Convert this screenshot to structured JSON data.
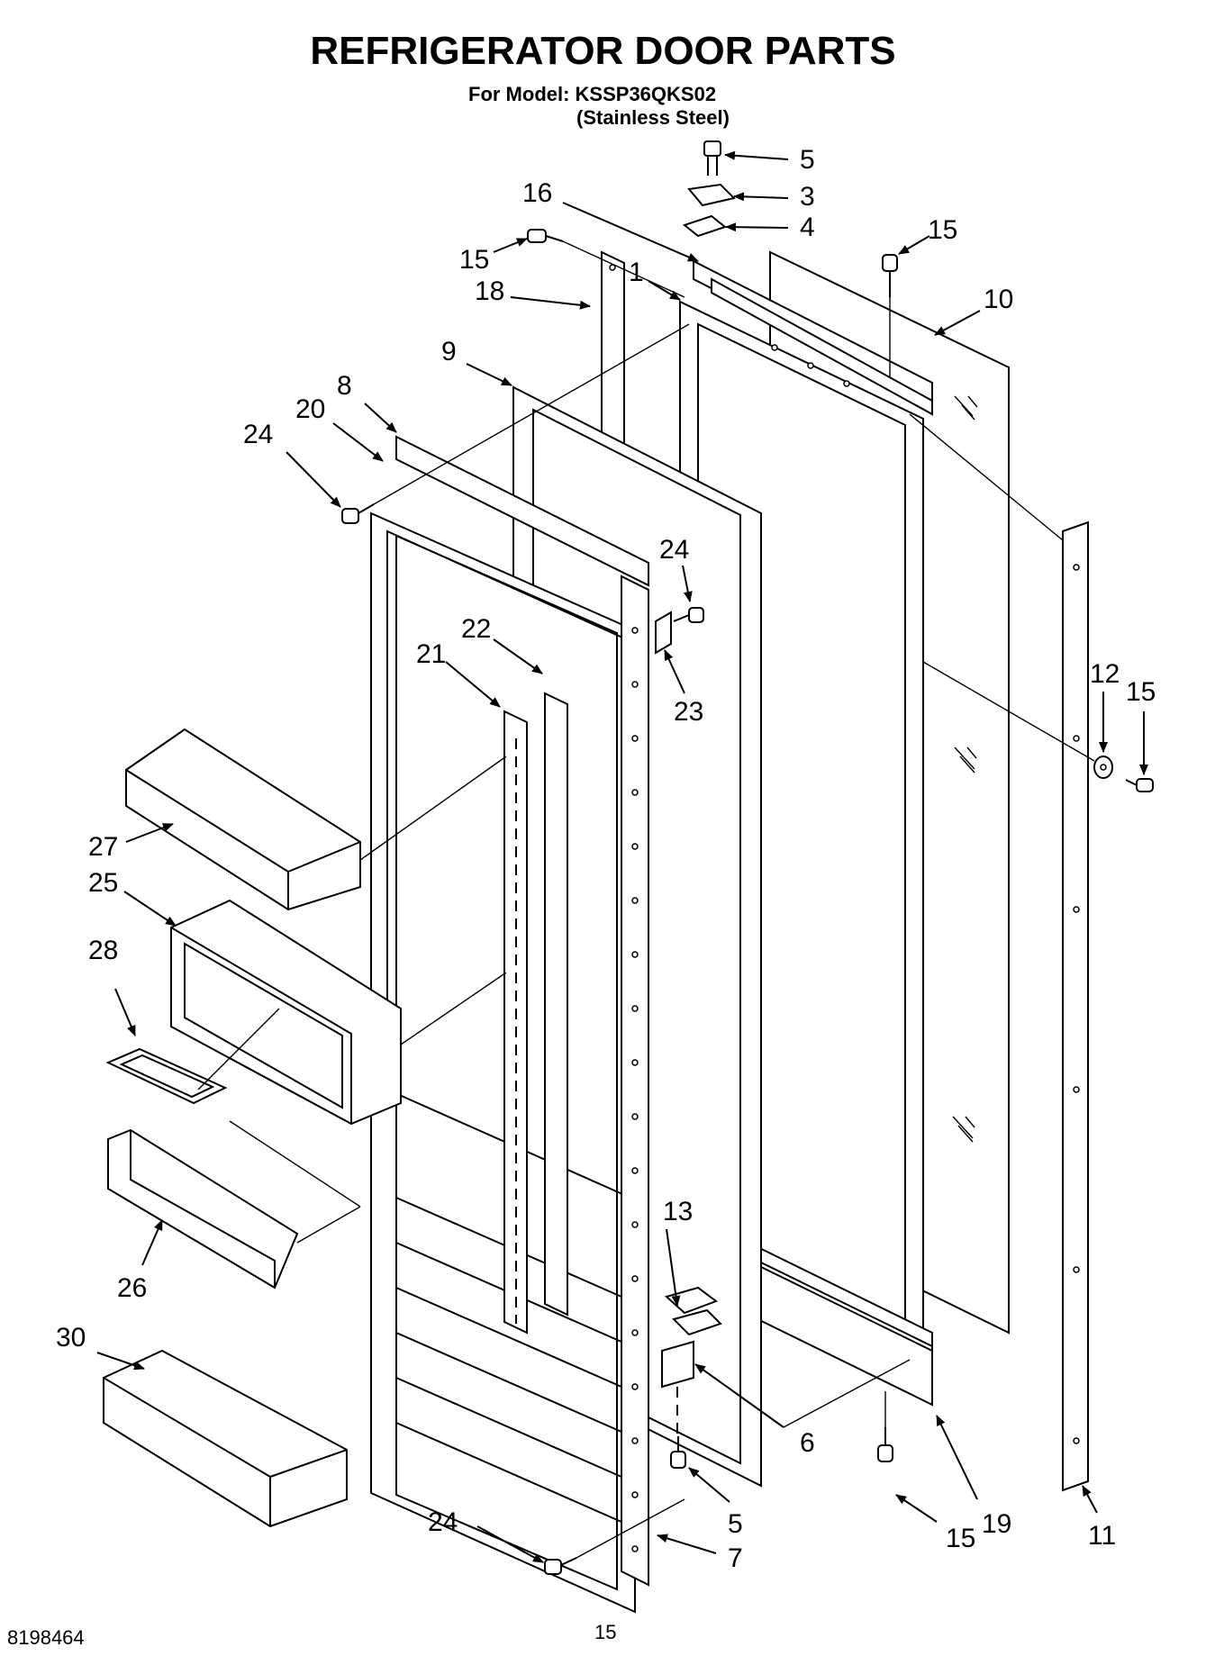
{
  "header": {
    "title": "REFRIGERATOR DOOR PARTS",
    "model_line": "For Model: KSSP36QKS02",
    "finish_line": "(Stainless Steel)"
  },
  "footer": {
    "doc_number": "8198464",
    "page_number": "15"
  },
  "callouts": [
    "5",
    "3",
    "16",
    "4",
    "15",
    "15",
    "18",
    "1",
    "10",
    "9",
    "8",
    "20",
    "24",
    "24",
    "22",
    "21",
    "23",
    "12",
    "15",
    "27",
    "25",
    "28",
    "26",
    "13",
    "30",
    "6",
    "5",
    "24",
    "7",
    "15",
    "19",
    "11"
  ]
}
